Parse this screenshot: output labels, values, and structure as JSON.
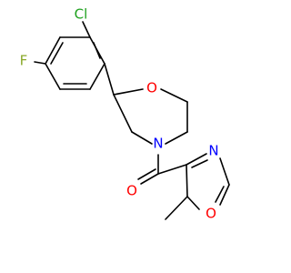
{
  "molecule": {
    "atoms": {
      "cl": "Cl",
      "f": "F",
      "morpholine_o": "O",
      "morpholine_n": "N",
      "carbonyl_o": "O",
      "oxazole_n": "N",
      "oxazole_o": "O"
    },
    "colors": {
      "bond": "#000000",
      "cl": "#1fa11f",
      "f": "#8aa92a",
      "o": "#ff0000",
      "n": "#0000ff"
    }
  }
}
